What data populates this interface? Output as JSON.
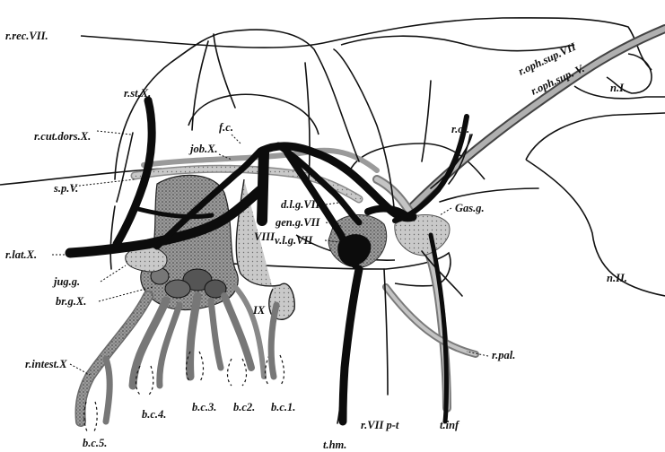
{
  "figure": {
    "colors": {
      "ink": "#111111",
      "nerve_gray": "#8c8c8c",
      "shade": "#6a6a6a",
      "paper": "#ffffff"
    },
    "labels": {
      "r_rec_VII": "r.rec.VII.",
      "r_st_X": "r.st.X.",
      "r_cut_dors_X": "r.cut.dors.X.",
      "job_X": "job.X.",
      "f_c": "f.c.",
      "s_p_V": "s.p.V.",
      "r_lat_X": "r.lat.X.",
      "jug_g": "jug.g.",
      "br_g_X": "br.g.X.",
      "r_intest_X": "r.intest.X",
      "b_c_5": "b.c.5.",
      "b_c_4": "b.c.4.",
      "b_c_3": "b.c.3.",
      "b_c_2": "b.c2.",
      "b_c_1": "b.c.1.",
      "IX": "IX",
      "VIII": "VIII",
      "d_l_g_VII": "d.l.g.VII",
      "gen_g_VII": "gen.g.VII",
      "v_l_g_VII": "v.l.g.VII",
      "r_ot": "r.ot.",
      "gas_g": "Gas.g.",
      "r_oph_sup_VII": "r.oph.sup.VII",
      "r_oph_sup_V": "r.oph.sup. V.",
      "n_I": "n.I.",
      "n_II": "n.II.",
      "r_pal": "r.pal.",
      "t_hm": "t.hm.",
      "r_VII_p_t": "r.VII p-t",
      "t_inf": "t.inf"
    }
  }
}
